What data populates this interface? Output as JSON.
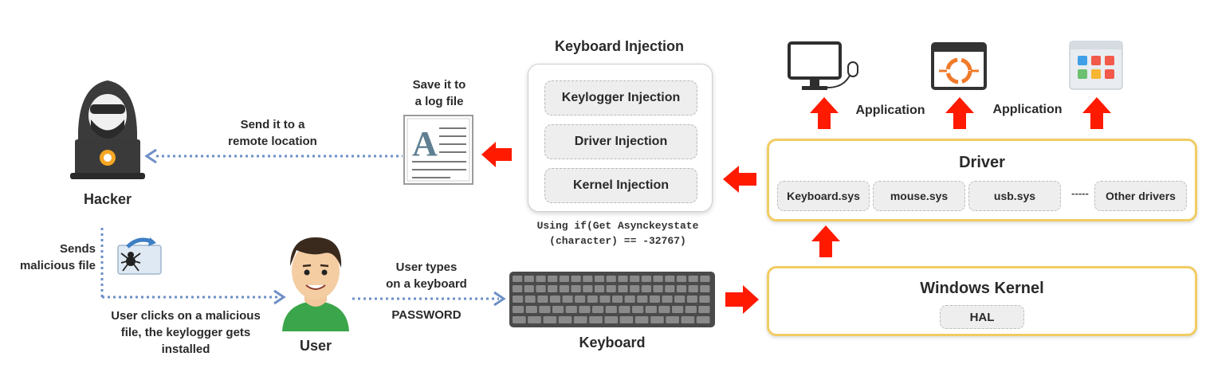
{
  "injection": {
    "title": "Keyboard Injection",
    "items": [
      "Keylogger Injection",
      "Driver Injection",
      "Kernel Injection"
    ],
    "code_line1": "Using if(Get Asynckeystate",
    "code_line2": "(character) == -32767)"
  },
  "hacker": {
    "label": "Hacker"
  },
  "send_remote": {
    "line1": "Send it to a",
    "line2": "remote location"
  },
  "save_log": {
    "line1": "Save it to",
    "line2": "a log file"
  },
  "sends_file": {
    "line1": "Sends",
    "line2": "malicious file"
  },
  "user_clicks": {
    "line1": "User clicks on a malicious",
    "line2": "file, the keylogger gets",
    "line3": "installed"
  },
  "user": {
    "label": "User"
  },
  "user_types": {
    "line1": "User types",
    "line2": "on a keyboard",
    "line3": "PASSWORD"
  },
  "keyboard": {
    "label": "Keyboard"
  },
  "driver": {
    "title": "Driver",
    "items": [
      "Keyboard.sys",
      "mouse.sys",
      "usb.sys",
      "-----",
      "Other drivers"
    ]
  },
  "kernel": {
    "title": "Windows Kernel",
    "hal": "HAL"
  },
  "applications": {
    "label1": "Application",
    "label2": "Application"
  },
  "colors": {
    "arrow": "#ff1a00",
    "dotted": "#6d8fc7",
    "box_border": "#f2cc63"
  },
  "icons": [
    "hacker-icon",
    "document-icon",
    "spider-file-icon",
    "user-avatar-icon",
    "keyboard-icon",
    "monitor-icon",
    "browser-window-icon",
    "app-grid-icon"
  ]
}
